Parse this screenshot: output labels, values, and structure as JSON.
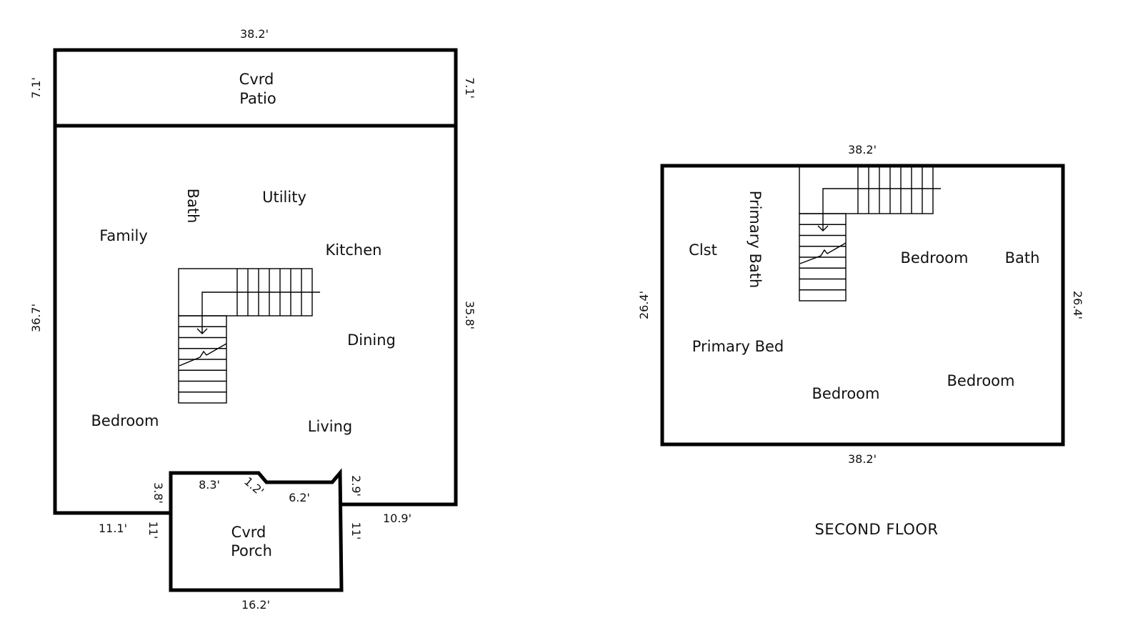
{
  "first_floor": {
    "rooms": {
      "cvrd_patio": [
        "Cvrd",
        "Patio"
      ],
      "bath": "Bath",
      "utility": "Utility",
      "family": "Family",
      "kitchen": "Kitchen",
      "dining": "Dining",
      "bedroom": "Bedroom",
      "living": "Living",
      "cvrd_porch": [
        "Cvrd",
        "Porch"
      ]
    },
    "dimensions": {
      "top": "38.2'",
      "patio_left": "7.1'",
      "patio_right": "7.1'",
      "left": "36.7'",
      "right": "35.8'",
      "bottom_left": "11.1'",
      "bottom_right": "10.9'",
      "porch_left_upper": "3.8'",
      "porch_left_lower": "11'",
      "porch_right_upper": "2.9'",
      "porch_right_lower": "11'",
      "porch_top_left": "8.3'",
      "porch_notch": "1.2'",
      "porch_top_right": "6.2'",
      "porch_bottom": "16.2'"
    }
  },
  "second_floor": {
    "title": "SECOND FLOOR",
    "rooms": {
      "clst": "Clst",
      "primary_bath": "Primary Bath",
      "bedroom_upper": "Bedroom",
      "bath": "Bath",
      "primary_bed": "Primary Bed",
      "bedroom_lower_left": "Bedroom",
      "bedroom_lower_right": "Bedroom"
    },
    "dimensions": {
      "top": "38.2'",
      "bottom": "38.2'",
      "left": "26.4'",
      "right": "26.4'"
    }
  }
}
